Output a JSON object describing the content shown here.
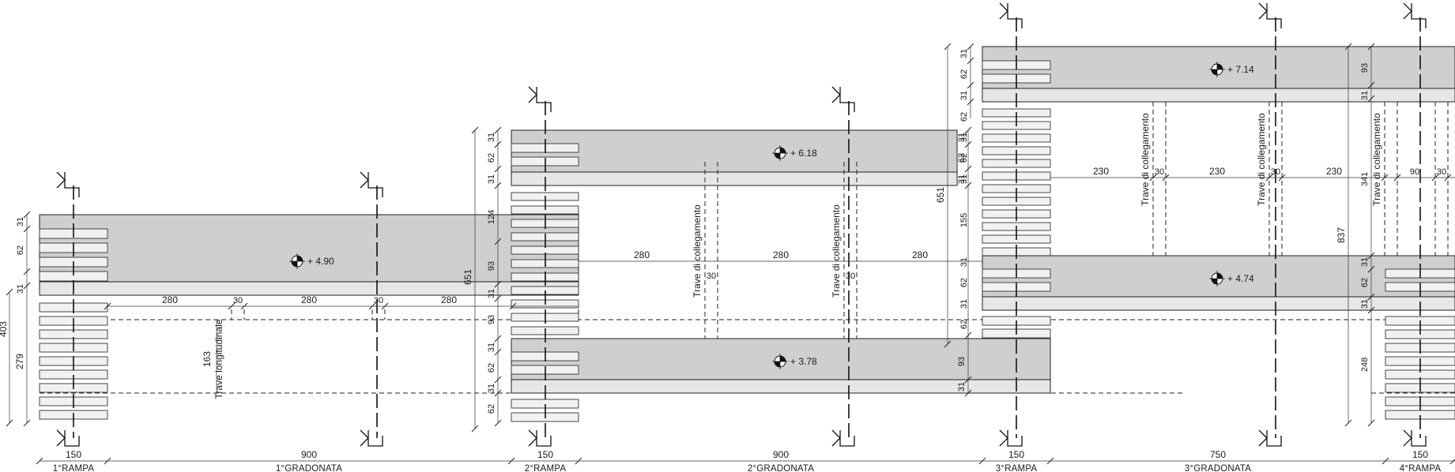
{
  "bottom": {
    "dims": [
      "150",
      "900",
      "150",
      "900",
      "150",
      "750",
      "150"
    ],
    "names": [
      "1°RAMPA",
      "1°GRADONATA",
      "2°RAMPA",
      "2°GRADONATA",
      "3°RAMPA",
      "3°GRADONATA",
      "4°RAMPA"
    ]
  },
  "levels": [
    "+ 4.90",
    "+ 6.18",
    "+ 3.78",
    "+ 7.14",
    "+ 4.74"
  ],
  "beams": {
    "longitudinal": "Trave longitudinale",
    "connection": "Trave di collegamento"
  },
  "dims": {
    "d31": "31",
    "d62": "62",
    "d93": "93",
    "d30": "30",
    "d280": "280",
    "d230": "230",
    "d90": "90",
    "d124": "124",
    "d155": "155",
    "d163": "163",
    "d248": "248",
    "d279": "279",
    "d341": "341",
    "d403": "403",
    "d651": "651",
    "d837": "837"
  },
  "colors": {
    "landing": "#cfcfcf",
    "strip": "#e6e6e6",
    "step": "#f1f1f1",
    "line": "#222222"
  }
}
